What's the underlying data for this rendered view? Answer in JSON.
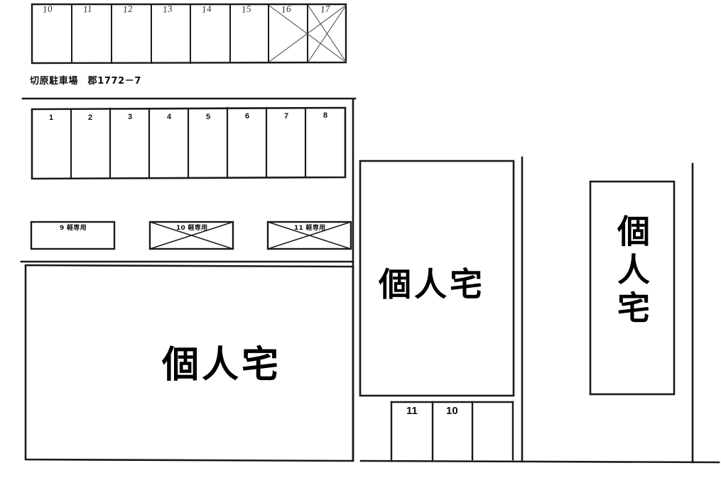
{
  "document": {
    "title": "切原駐車場　郡1772－7",
    "type": "parking-lot-site-plan",
    "background": "#ffffff",
    "ink": "#111111"
  },
  "caption": {
    "text": "切原駐車場　郡1772－7"
  },
  "rows": {
    "top_row": {
      "name": "upper-stall-row",
      "stalls": [
        {
          "label": "10",
          "crossed": false
        },
        {
          "label": "11",
          "crossed": false
        },
        {
          "label": "12",
          "crossed": false
        },
        {
          "label": "13",
          "crossed": false
        },
        {
          "label": "14",
          "crossed": false
        },
        {
          "label": "15",
          "crossed": false
        },
        {
          "label": "16",
          "crossed": true
        },
        {
          "label": "17",
          "crossed": true
        }
      ]
    },
    "main_row": {
      "name": "main-stall-row",
      "stalls": [
        {
          "label": "1"
        },
        {
          "label": "2"
        },
        {
          "label": "3"
        },
        {
          "label": "4"
        },
        {
          "label": "5"
        },
        {
          "label": "6"
        },
        {
          "label": "7"
        },
        {
          "label": "8"
        }
      ]
    },
    "kei_row": {
      "name": "kei-car-stall-row",
      "stalls": [
        {
          "label": "9 軽専用",
          "crossed": false
        },
        {
          "label": "10 軽専用",
          "crossed": true
        },
        {
          "label": "11 軽専用",
          "crossed": true
        }
      ]
    },
    "bottom_row": {
      "name": "lower-right-stall-row",
      "stalls": [
        {
          "label": "11"
        },
        {
          "label": "10"
        },
        {
          "label": ""
        }
      ]
    }
  },
  "buildings": [
    {
      "id": "house-left",
      "label": "個人宅",
      "orientation": "horizontal"
    },
    {
      "id": "house-center",
      "label": "個人宅",
      "orientation": "horizontal"
    },
    {
      "id": "house-right",
      "label": "個人宅",
      "orientation": "vertical"
    }
  ]
}
